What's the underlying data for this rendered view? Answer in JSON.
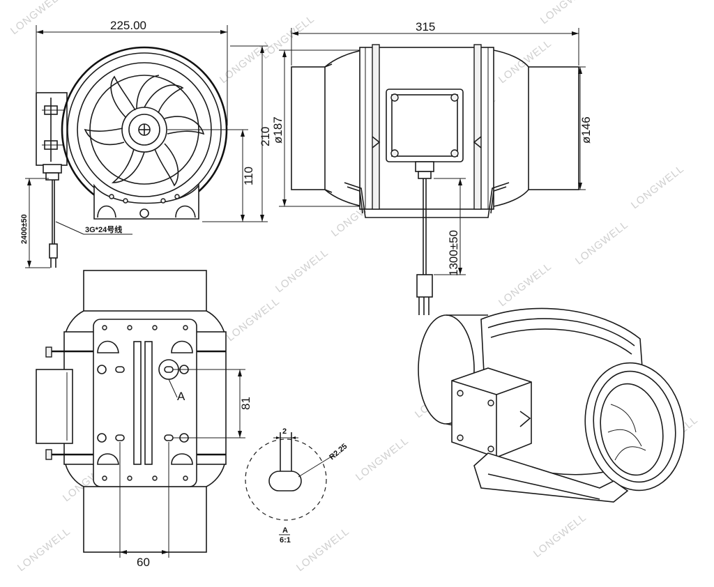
{
  "dimensions": {
    "front_width": "225.00",
    "front_center_height": "110",
    "front_cable_length": "2400±50",
    "front_cable_spec": "3G*24号线",
    "side_length": "315",
    "side_height": "210",
    "side_outer_diameter": "ø187",
    "side_duct_diameter": "ø146",
    "side_cable_length": "1300±50",
    "bottom_hole_spacing": "81",
    "bottom_width": "60",
    "detail_label": "A",
    "detail_width": "2",
    "detail_radius": "R2.25",
    "detail_scale": "A",
    "detail_scale_value": "6:1"
  },
  "watermark": {
    "text": "LONGWELL",
    "color": "#cfcfcf"
  }
}
